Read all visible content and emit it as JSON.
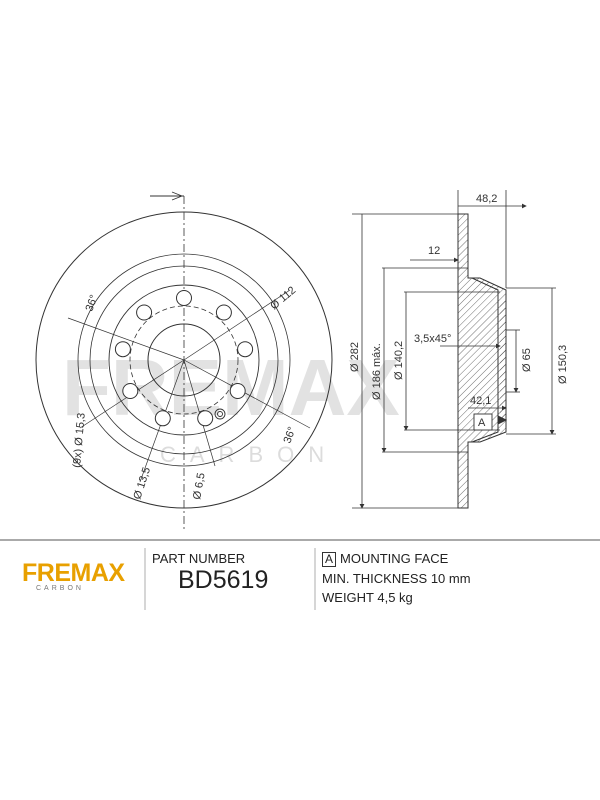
{
  "watermark": {
    "brand": "FREMAX",
    "sub": "CARBON"
  },
  "front_view": {
    "angle_top": "36°",
    "angle_right": "36°",
    "bolt_circle": "Ø 112",
    "holes": "(9x) Ø 15,3",
    "hole_small_a": "Ø 13,5",
    "hole_small_b": "Ø 6,5"
  },
  "side_view": {
    "overall_width": "48,2",
    "hat_offset": "12",
    "outer_diameter": "Ø 282",
    "friction_max": "Ø 186 máx.",
    "hat_diameter": "Ø 140,2",
    "chamfer": "3,5x45°",
    "center_bore": "Ø 65",
    "hub_diameter": "Ø 150,3",
    "hat_height": "42,1",
    "face_marker": "A"
  },
  "footer": {
    "logo": "FREMAX",
    "logo_sub": "CARBON",
    "part_number_label": "PART NUMBER",
    "part_number": "BD5619",
    "mounting_letter": "A",
    "mounting_face": "MOUNTING FACE",
    "min_thickness": "MIN. THICKNESS 10 mm",
    "weight": "WEIGHT 4,5 kg"
  }
}
